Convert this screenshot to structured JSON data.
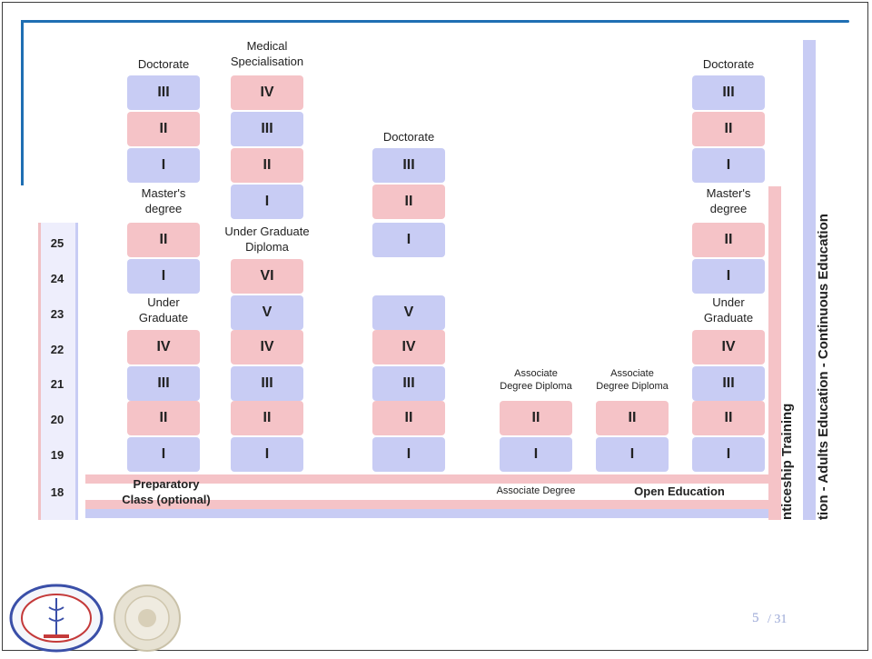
{
  "diagram": {
    "labels": {
      "doctorate_a": "Doctorate",
      "medical_spec": "Medical\nSpecialisation",
      "doctorate_c": "Doctorate",
      "doctorate_f": "Doctorate",
      "masters_a": "Master's\ndegree",
      "masters_f": "Master's\ndegree",
      "ug_diploma": "Under Graduate\nDiploma",
      "under_grad_a": "Under\nGraduate",
      "under_grad_f": "Under\nGraduate",
      "assoc_d": "Associate\nDegree Diploma",
      "assoc_e": "Associate\nDegree Diploma",
      "preparatory": "Preparatory\nClass (optional)",
      "associate_degree": "Associate Degree",
      "open_education": "Open Education",
      "apprenticeship": "nticeship Training",
      "continuous": "tion - Adults Education - Continuous Education"
    },
    "col_a": {
      "doc": [
        "III",
        "II",
        "I"
      ],
      "masters": [
        "II",
        "I"
      ],
      "ug": [
        "IV",
        "III",
        "II",
        "I"
      ]
    },
    "col_b": {
      "spec": [
        "IV",
        "III",
        "II",
        "I"
      ],
      "ug": [
        "VI",
        "V",
        "IV",
        "III",
        "II",
        "I"
      ]
    },
    "col_c": {
      "doc": [
        "III",
        "II",
        "I"
      ],
      "ug": [
        "V",
        "IV",
        "III",
        "II",
        "I"
      ]
    },
    "col_d": {
      "assoc": [
        "II",
        "I"
      ]
    },
    "col_e": {
      "assoc": [
        "II",
        "I"
      ]
    },
    "col_f": {
      "doc": [
        "III",
        "II",
        "I"
      ],
      "masters": [
        "II",
        "I"
      ],
      "ug": [
        "IV",
        "III",
        "II",
        "I"
      ]
    },
    "ages": [
      "25",
      "24",
      "23",
      "22",
      "21",
      "20",
      "19",
      "18"
    ]
  },
  "footer": {
    "page": "5",
    "total": "/ 31"
  },
  "colors": {
    "pink": "#f5c3c7",
    "blue": "#c8ccf4",
    "accent": "#1f6fb3",
    "footer_text": "#9aa7d6"
  },
  "logos": {
    "left_logo": "university-seal-icon",
    "right_logo": "faded-seal-icon"
  }
}
